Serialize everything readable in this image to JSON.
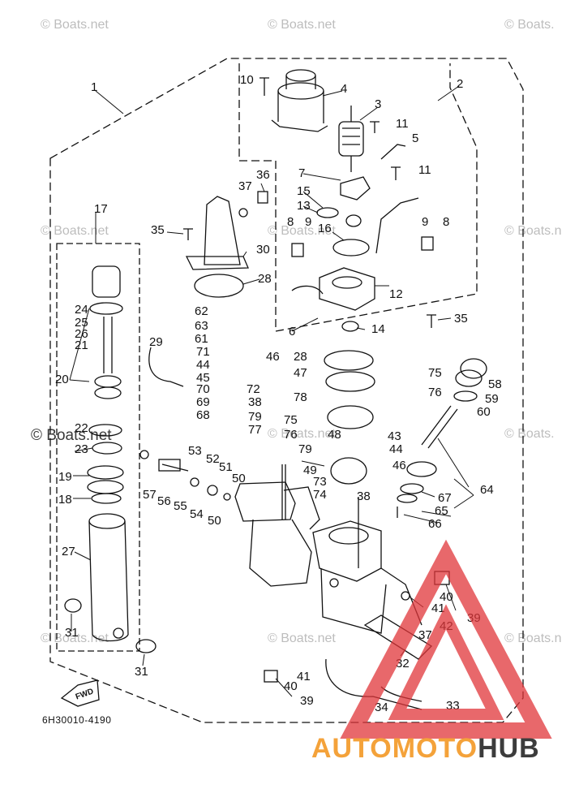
{
  "watermarks": {
    "top_left": "© Boats.net",
    "top_mid": "© Boats.net",
    "top_right": "© Boats.",
    "mid_left": "© Boats.net",
    "mid_mid": "© Boats.net",
    "mid_right": "© Boats.n",
    "center_left": "© Boats.net",
    "center_mid": "© Boats.net",
    "center_right": "© Boats.",
    "low_left": "© Boats.net",
    "low_mid": "© Boats.net",
    "low_right": "© Boats.n"
  },
  "diagram_code": "6H30010-4190",
  "fwd_label": "FWD",
  "brand": {
    "part1": "AUTOMOTO",
    "part2": "HUB",
    "color1": "#f4a23a",
    "color2": "#3c3c3c",
    "triangle_color": "#e0363a"
  },
  "callouts": [
    "1",
    "2",
    "3",
    "4",
    "5",
    "6",
    "7",
    "8",
    "8",
    "9",
    "9",
    "10",
    "11",
    "11",
    "12",
    "13",
    "14",
    "15",
    "16",
    "17",
    "18",
    "19",
    "20",
    "21",
    "22",
    "23",
    "24",
    "25",
    "26",
    "27",
    "28",
    "28",
    "29",
    "30",
    "31",
    "31",
    "32",
    "33",
    "34",
    "35",
    "35",
    "36",
    "37",
    "37",
    "38",
    "38",
    "39",
    "39",
    "40",
    "40",
    "41",
    "41",
    "42",
    "43",
    "44",
    "44",
    "45",
    "46",
    "46",
    "47",
    "48",
    "49",
    "50",
    "50",
    "51",
    "52",
    "53",
    "54",
    "55",
    "56",
    "57",
    "58",
    "59",
    "60",
    "61",
    "62",
    "63",
    "64",
    "65",
    "66",
    "67",
    "68",
    "69",
    "70",
    "71",
    "72",
    "73",
    "74",
    "75",
    "75",
    "76",
    "76",
    "77",
    "78",
    "79",
    "79"
  ]
}
